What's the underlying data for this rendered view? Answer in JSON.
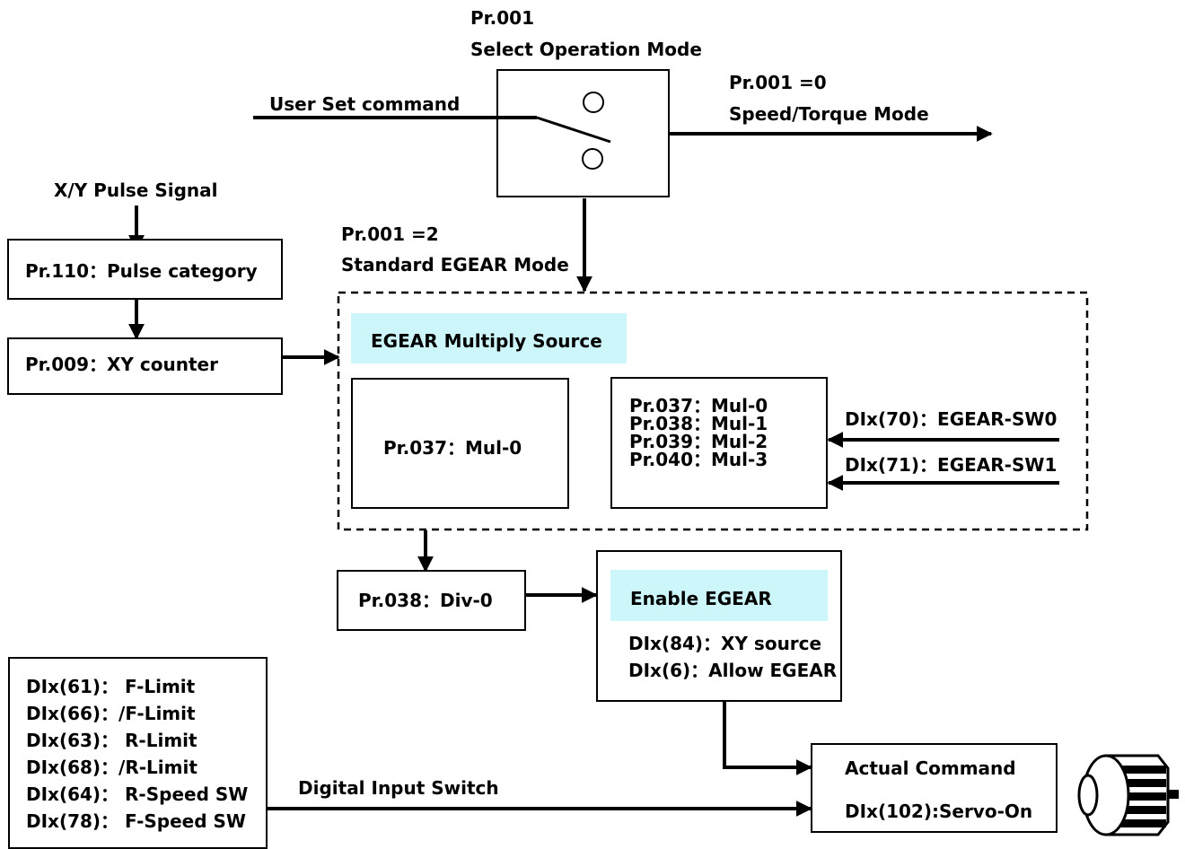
{
  "mode_switch": {
    "param": "Pr.001",
    "title": "Select Operation Mode",
    "input_label": "User Set command",
    "out_right_value": "Pr.001 =0",
    "out_right_mode": "Speed/Torque Mode",
    "out_down_value": "Pr.001 =2",
    "out_down_mode": "Standard EGEAR Mode"
  },
  "pulse": {
    "signal_label": "X/Y Pulse Signal",
    "category_box": "Pr.110：Pulse category",
    "counter_box": "Pr.009：XY counter"
  },
  "egear_source": {
    "header": "EGEAR Multiply Source",
    "single_box": "Pr.037：Mul-0",
    "multi_box": [
      "Pr.037：Mul-0",
      "Pr.038：Mul-1",
      "Pr.039：Mul-2",
      "Pr.040：Mul-3"
    ],
    "switch_inputs": [
      "DIx(70)：EGEAR-SW0",
      "DIx(71)：EGEAR-SW1"
    ]
  },
  "divider": {
    "box": "Pr.038：Div-0"
  },
  "enable_egear": {
    "header": "Enable EGEAR",
    "lines": [
      "DIx(84)：XY source",
      "DIx(6)：Allow EGEAR"
    ]
  },
  "limits": {
    "lines": [
      "DIx(61)：  F-Limit",
      "DIx(66)：/F-Limit",
      "DIx(63)：  R-Limit",
      "DIx(68)：/R-Limit",
      "DIx(64)：  R-Speed SW",
      "DIx(78)：  F-Speed SW"
    ],
    "arrow_label": "Digital Input Switch"
  },
  "actual_command": {
    "title": "Actual Command",
    "servo": "DIx(102):Servo-On"
  },
  "motor": {
    "icon": "servo-motor-icon"
  },
  "colors": {
    "header_fill": "#cdf6fa",
    "line": "#000000"
  }
}
